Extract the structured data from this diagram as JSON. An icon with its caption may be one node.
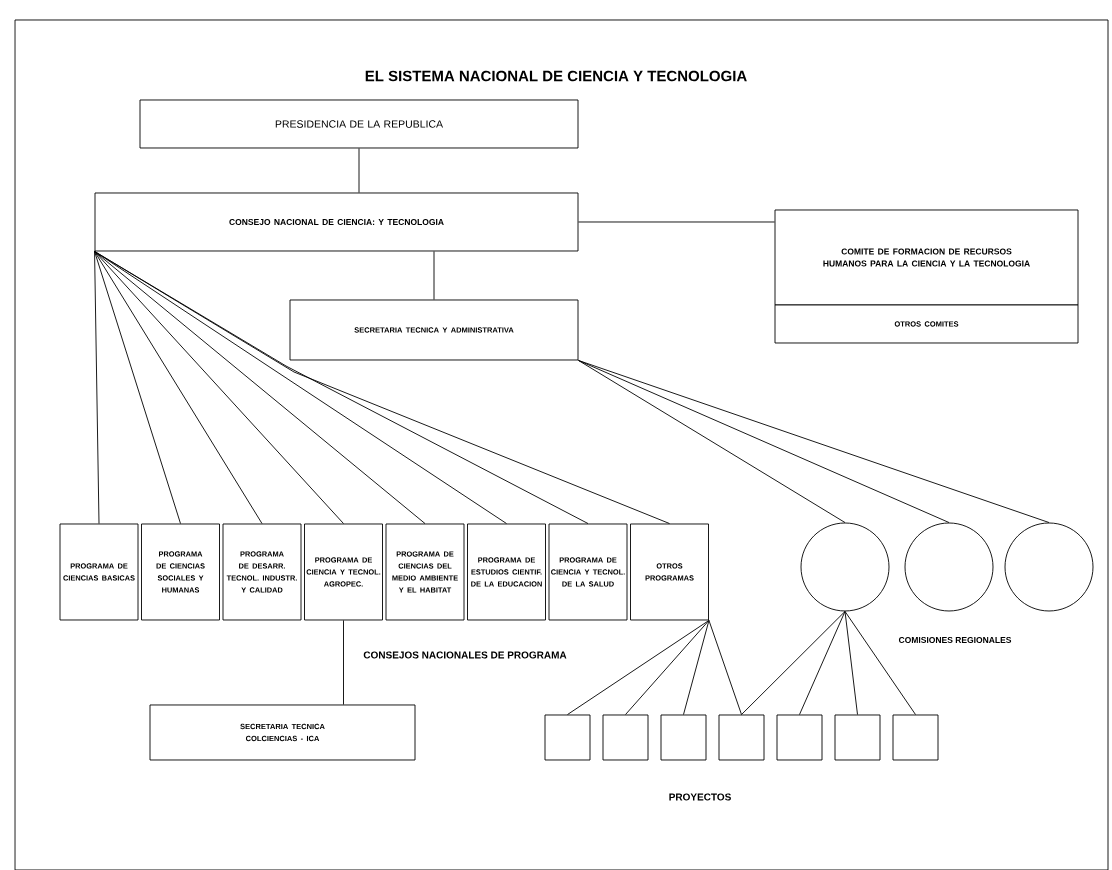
{
  "diagram": {
    "title": "EL SISTEMA NACIONAL DE CIENCIA Y TECNOLOGIA",
    "nodes": [
      {
        "text": [
          "PRESIDENCIA DE LA REPUBLICA"
        ]
      },
      {
        "text": [
          "CONSEJO NACIONAL DE CIENCIA: Y TECNOLOGIA"
        ]
      },
      {
        "text": [
          "COMITE DE FORMACION DE RECURSOS HUMANOS PARA LA CIENCIA Y LA TECNOLOGIA"
        ]
      },
      {
        "text": [
          "OTROS COMITES"
        ]
      },
      {
        "text": [
          "SECRETARIA TECNICA Y ADMINISTRATIVA"
        ]
      },
      {
        "text": [
          "PROGRAMA DE CIENCIAS BASICAS"
        ]
      },
      {
        "text": [
          "PROGRAMA DE CIENCIAS SOCIALES Y HUMANAS"
        ]
      },
      {
        "text": [
          "PROGRAMA DE DESARR. TECNOL. INDUSTR. Y CALIDAD"
        ]
      },
      {
        "text": [
          "PROGRAMA DE CIENCIA Y TECNOL. AGROPEC."
        ]
      },
      {
        "text": [
          "PROGRAMA DE CIENCIAS DEL MEDIO AMBIENTE Y EL HABITAT"
        ]
      },
      {
        "text": [
          "PROGRAMA DE ESTUDIOS CIENTIF. DE LA EDUCACION"
        ]
      },
      {
        "text": [
          "PROGRAMA DE CIENCIA Y TECNOL. DE LA SALUD"
        ]
      },
      {
        "text": [
          "OTROS PROGRAMAS"
        ]
      },
      {
        "text": [],
        "shape": "circle"
      },
      {
        "text": [],
        "shape": "circle"
      },
      {
        "text": [],
        "shape": "circle"
      },
      {
        "text": [
          "SECRETARIA TECNICA",
          "COLCIENCIAS - ICA"
        ]
      },
      {
        "text": [],
        "shape": "box"
      },
      {
        "text": [],
        "shape": "box"
      },
      {
        "text": [],
        "shape": "box"
      },
      {
        "text": [],
        "shape": "box"
      },
      {
        "text": [],
        "shape": "box"
      },
      {
        "text": [],
        "shape": "box"
      },
      {
        "text": [],
        "shape": "box"
      }
    ],
    "edges": [
      {
        "from": 0,
        "to": 1,
        "arrow": "none"
      },
      {
        "from": 1,
        "to": 2,
        "arrow": "none"
      },
      {
        "from": 1,
        "to": 4,
        "arrow": "none"
      },
      {
        "from": 1,
        "to": 5,
        "arrow": "none"
      },
      {
        "from": 1,
        "to": 6,
        "arrow": "none"
      },
      {
        "from": 1,
        "to": 7,
        "arrow": "none"
      },
      {
        "from": 1,
        "to": 8,
        "arrow": "none"
      },
      {
        "from": 1,
        "to": 9,
        "arrow": "none"
      },
      {
        "from": 1,
        "to": 10,
        "arrow": "none"
      },
      {
        "from": 1,
        "to": 11,
        "arrow": "none"
      },
      {
        "from": 1,
        "to": 12,
        "arrow": "none"
      },
      {
        "from": 4,
        "to": 13,
        "arrow": "none"
      },
      {
        "from": 4,
        "to": 14,
        "arrow": "none"
      },
      {
        "from": 4,
        "to": 15,
        "arrow": "none"
      },
      {
        "from": 8,
        "to": 16,
        "arrow": "none"
      },
      {
        "from": 12,
        "to": 17,
        "arrow": "none"
      },
      {
        "from": 12,
        "to": 18,
        "arrow": "none"
      },
      {
        "from": 12,
        "to": 19,
        "arrow": "none"
      },
      {
        "from": 12,
        "to": 20,
        "arrow": "none"
      },
      {
        "from": 13,
        "to": 20,
        "arrow": "none"
      },
      {
        "from": 13,
        "to": 21,
        "arrow": "none"
      },
      {
        "from": 13,
        "to": 22,
        "arrow": "none"
      },
      {
        "from": 13,
        "to": 23,
        "arrow": "none"
      }
    ],
    "labels": [
      "CONSEJOS NACIONALES DE PROGRAMA",
      "COMISIONES REGIONALES",
      "PROYECTOS"
    ]
  }
}
